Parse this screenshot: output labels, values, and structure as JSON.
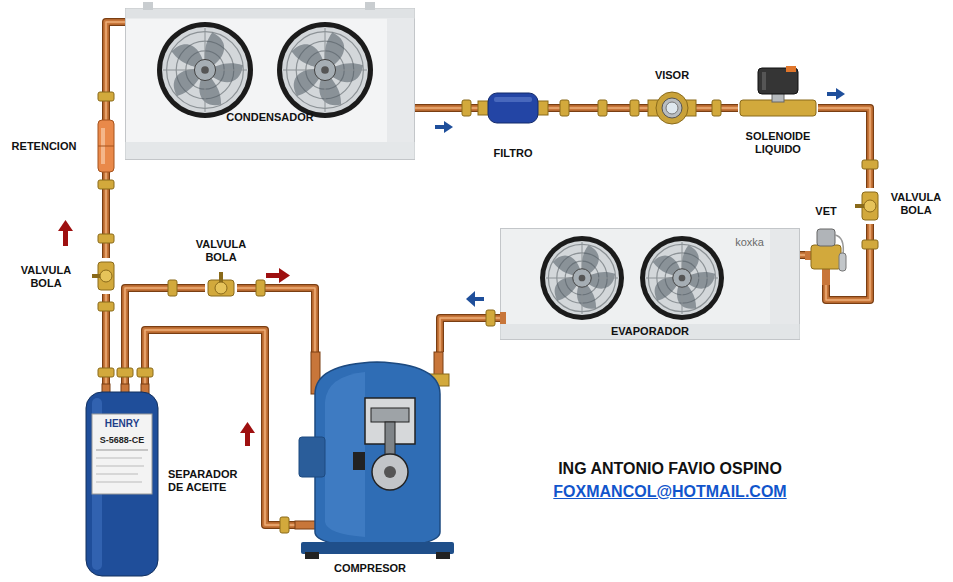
{
  "diagram": {
    "nodes": [
      {
        "text": [
          "CONDENSADOR"
        ]
      },
      {
        "text": [
          "FILTRO"
        ]
      },
      {
        "text": [
          "VISOR"
        ]
      },
      {
        "text": [
          "SOLENOIDE LIQUIDO"
        ]
      },
      {
        "text": [
          "VALVULA BOLA"
        ]
      },
      {
        "text": [
          "VET"
        ]
      },
      {
        "text": [
          "EVAPORADOR",
          "koxka"
        ]
      },
      {
        "text": [
          "COMPRESOR"
        ]
      },
      {
        "text": [
          "SEPARADOR DE ACEITE",
          "HENRY",
          "S-5688-CE"
        ]
      },
      {
        "text": [
          "VALVULA BOLA"
        ]
      },
      {
        "text": [
          "VALVULA BOLA"
        ]
      },
      {
        "text": [
          "RETENCION"
        ]
      }
    ],
    "edges": [
      {
        "from": 7,
        "to": 8,
        "arrow": "none"
      },
      {
        "from": 8,
        "to": 10,
        "arrow": "none"
      },
      {
        "from": 10,
        "to": 11,
        "arrow": "none"
      },
      {
        "from": 11,
        "to": 0,
        "arrow": "none"
      },
      {
        "from": 0,
        "to": 1,
        "arrow": "none"
      },
      {
        "from": 1,
        "to": 2,
        "arrow": "none"
      },
      {
        "from": 2,
        "to": 3,
        "arrow": "none"
      },
      {
        "from": 3,
        "to": 4,
        "arrow": "none"
      },
      {
        "from": 4,
        "to": 5,
        "arrow": "none"
      },
      {
        "from": 5,
        "to": 6,
        "arrow": "none"
      },
      {
        "from": 6,
        "to": 7,
        "arrow": "none"
      },
      {
        "from": 8,
        "to": 9,
        "arrow": "none"
      },
      {
        "from": 9,
        "to": 7,
        "arrow": "none"
      }
    ],
    "labels": [
      "ING ANTONIO FAVIO OSPINO",
      "FOXMANCOL@HOTMAIL.COM"
    ]
  }
}
